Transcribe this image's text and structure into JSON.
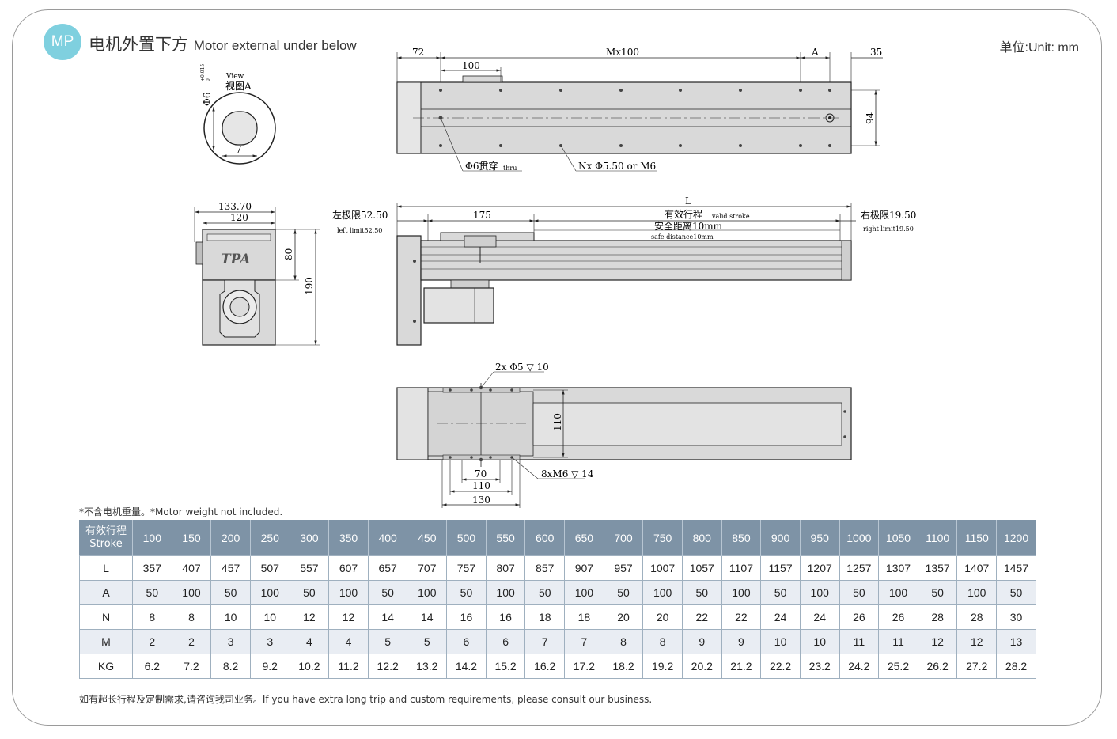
{
  "header": {
    "badge": "MP",
    "title_cn": "电机外置下方",
    "title_en": "Motor external under below",
    "unit": "单位:Unit: mm"
  },
  "drawing": {
    "view_label_en": "View",
    "view_label_cn": "视图A",
    "shaft_dia": "Φ6",
    "shaft_tol_upper": "+0.015",
    "shaft_tol_lower": "0",
    "shaft_key": "7",
    "top_dims": {
      "left": "72",
      "pitch": "100",
      "mid": "Mx100",
      "a": "A",
      "right": "35",
      "height": "94"
    },
    "top_notes": {
      "thru_cn": "Φ6贯穿",
      "thru_en": "thru",
      "holes": "Nx Φ5.50 or M6"
    },
    "end_dims": {
      "outer": "133.70",
      "inner": "120",
      "h80": "80",
      "h190": "190"
    },
    "logo": "TPA",
    "side_dims": {
      "L": "L",
      "left_limit_cn": "左极限52.50",
      "left_limit_en": "left limit52.50",
      "right_limit_cn": "右极限19.50",
      "right_limit_en": "right limit19.50",
      "carriage": "175",
      "stroke_cn": "有效行程",
      "stroke_en": "valid stroke",
      "safe_cn": "安全距离10mm",
      "safe_en": "safe distance10mm"
    },
    "bottom_dims": {
      "holes_top": "2x Φ5 ▽ 10",
      "holes_bottom": "8xM6 ▽ 14",
      "d70": "70",
      "d110": "110",
      "d130": "130",
      "w110": "110"
    },
    "dim_labels_pos_note": "A"
  },
  "note": "*不含电机重量。*Motor weight not included.",
  "table": {
    "header_label_cn": "有效行程",
    "header_label_en": "Stroke",
    "strokes": [
      "100",
      "150",
      "200",
      "250",
      "300",
      "350",
      "400",
      "450",
      "500",
      "550",
      "600",
      "650",
      "700",
      "750",
      "800",
      "850",
      "900",
      "950",
      "1000",
      "1050",
      "1100",
      "1150",
      "1200"
    ],
    "rows": [
      {
        "label": "L",
        "values": [
          "357",
          "407",
          "457",
          "507",
          "557",
          "607",
          "657",
          "707",
          "757",
          "807",
          "857",
          "907",
          "957",
          "1007",
          "1057",
          "1107",
          "1157",
          "1207",
          "1257",
          "1307",
          "1357",
          "1407",
          "1457"
        ]
      },
      {
        "label": "A",
        "values": [
          "50",
          "100",
          "50",
          "100",
          "50",
          "100",
          "50",
          "100",
          "50",
          "100",
          "50",
          "100",
          "50",
          "100",
          "50",
          "100",
          "50",
          "100",
          "50",
          "100",
          "50",
          "100",
          "50"
        ]
      },
      {
        "label": "N",
        "values": [
          "8",
          "8",
          "10",
          "10",
          "12",
          "12",
          "14",
          "14",
          "16",
          "16",
          "18",
          "18",
          "20",
          "20",
          "22",
          "22",
          "24",
          "24",
          "26",
          "26",
          "28",
          "28",
          "30"
        ]
      },
      {
        "label": "M",
        "values": [
          "2",
          "2",
          "3",
          "3",
          "4",
          "4",
          "5",
          "5",
          "6",
          "6",
          "7",
          "7",
          "8",
          "8",
          "9",
          "9",
          "10",
          "10",
          "11",
          "11",
          "12",
          "12",
          "13"
        ]
      },
      {
        "label": "KG",
        "values": [
          "6.2",
          "7.2",
          "8.2",
          "9.2",
          "10.2",
          "11.2",
          "12.2",
          "13.2",
          "14.2",
          "15.2",
          "16.2",
          "17.2",
          "18.2",
          "19.2",
          "20.2",
          "21.2",
          "22.2",
          "23.2",
          "24.2",
          "25.2",
          "26.2",
          "27.2",
          "28.2"
        ]
      }
    ]
  },
  "footer": "如有超长行程及定制需求,请咨询我司业务。If you have extra long trip and custom requirements, please consult our business."
}
